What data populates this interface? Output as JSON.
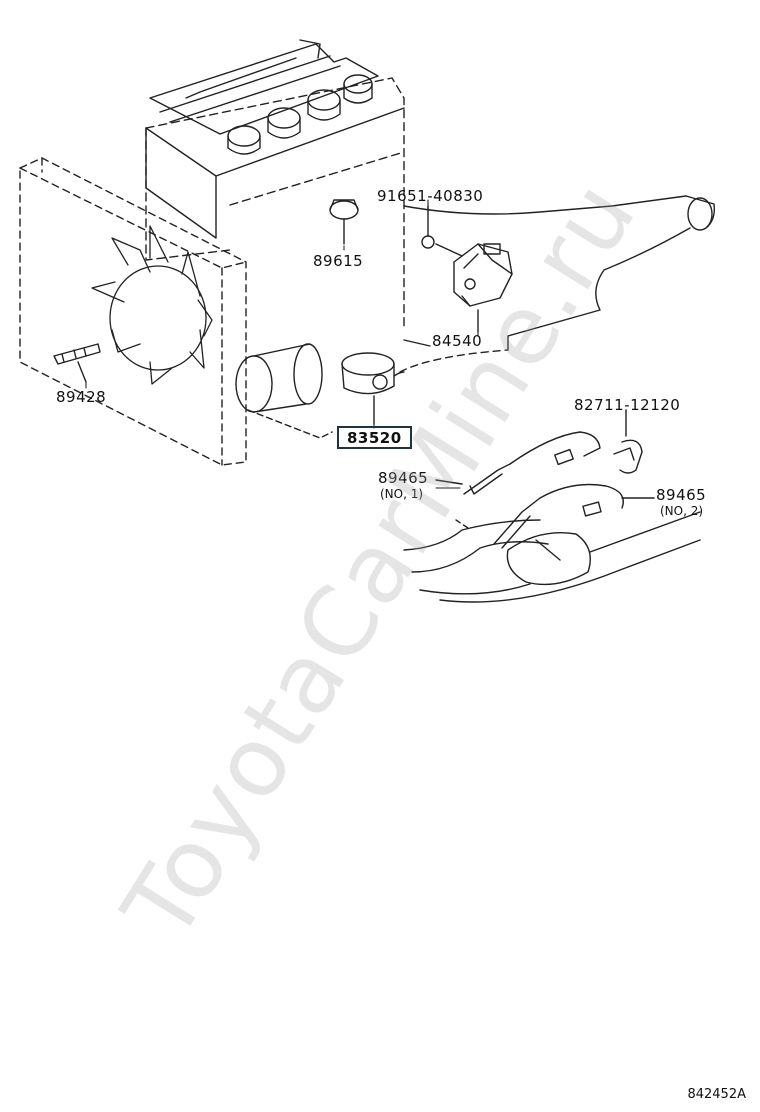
{
  "watermark": "ToyotaCarMine.ru",
  "figure_code": "842452A",
  "parts": [
    {
      "id": "p1",
      "number": "91651-40830",
      "note": ""
    },
    {
      "id": "p2",
      "number": "89615",
      "note": ""
    },
    {
      "id": "p3",
      "number": "84540",
      "note": ""
    },
    {
      "id": "p4",
      "number": "89428",
      "note": ""
    },
    {
      "id": "p5",
      "number": "83520",
      "note": ""
    },
    {
      "id": "p6",
      "number": "82711-12120",
      "note": ""
    },
    {
      "id": "p7",
      "number": "89465",
      "note": "(NO, 1)"
    },
    {
      "id": "p8",
      "number": "89465",
      "note": "(NO, 2)"
    }
  ],
  "colors": {
    "highlight_border": "#1f3440",
    "line": "#222222"
  }
}
